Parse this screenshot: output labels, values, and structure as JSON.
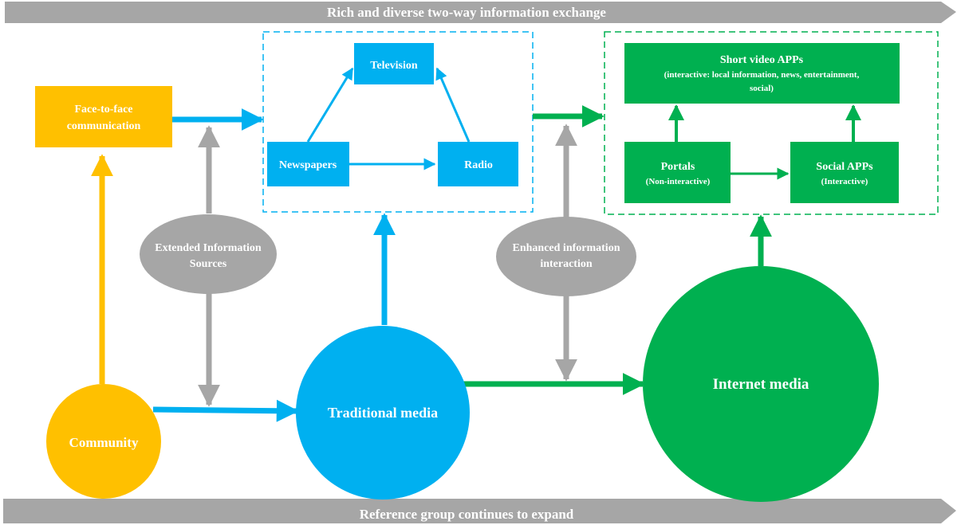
{
  "banners": {
    "top": "Rich and diverse two-way information exchange",
    "bottom": "Reference group continues to expand"
  },
  "nodes": {
    "face_to_face": [
      "Face-to-face",
      "communication"
    ],
    "community": "Community",
    "traditional_media": "Traditional media",
    "internet_media": "Internet media",
    "television": "Television",
    "newspapers": "Newspapers",
    "radio": "Radio",
    "short_video": {
      "title": "Short video APPs",
      "desc": [
        "(interactive: local information, news, entertainment,",
        "social)"
      ]
    },
    "portals": {
      "title": "Portals",
      "sub": "(Non-interactive)"
    },
    "social_apps": {
      "title": "Social APPs",
      "sub": "(Interactive)"
    },
    "extended_sources": [
      "Extended Information",
      "Sources"
    ],
    "enhanced_interaction": [
      "Enhanced information",
      "interaction"
    ]
  },
  "colors": {
    "orange": "#FFC000",
    "blue": "#00B0F0",
    "green": "#00B050",
    "gray": "#A6A6A6",
    "banner": "#A6A6A6",
    "text_light": "#ffffff"
  }
}
